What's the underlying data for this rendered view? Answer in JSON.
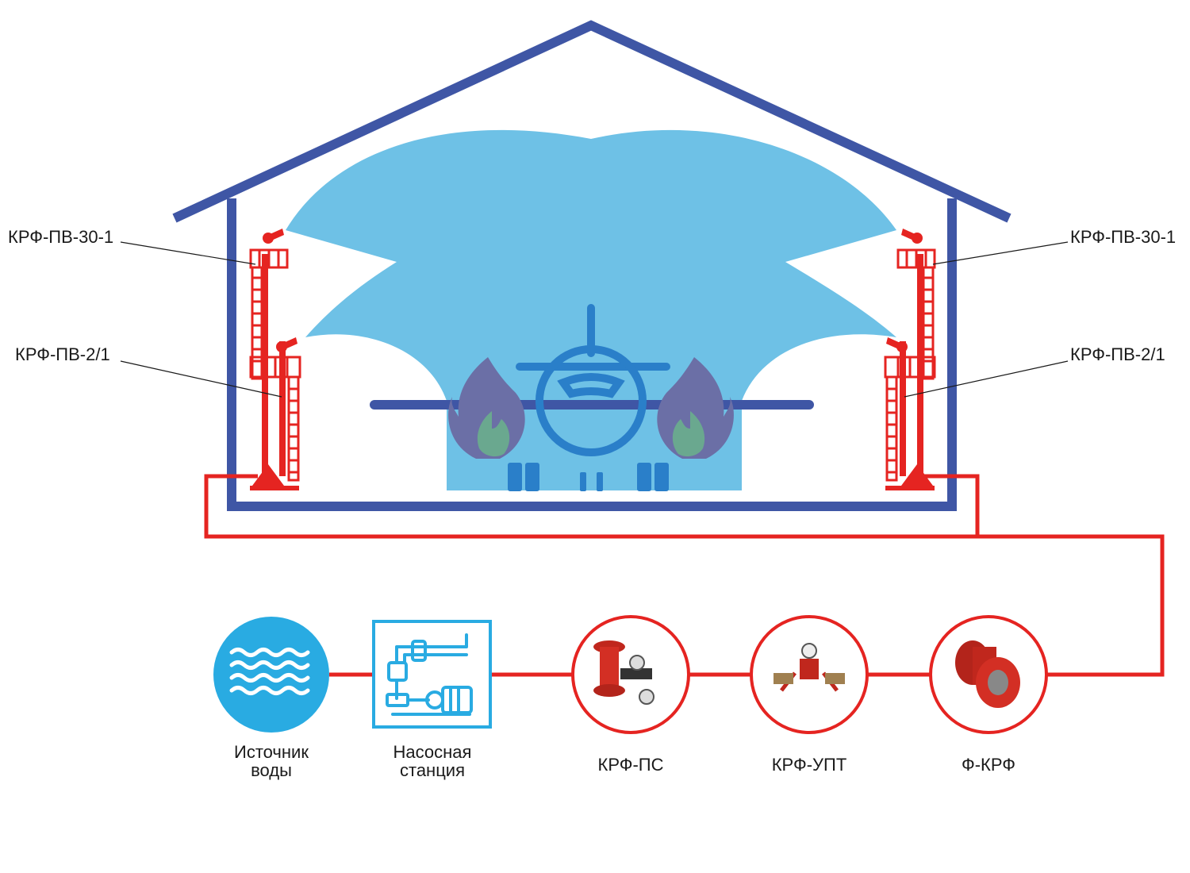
{
  "labels": {
    "left_top": "КРФ-ПВ-30-1",
    "left_bottom": "КРФ-ПВ-2/1",
    "right_top": "КРФ-ПВ-30-1",
    "right_bottom": "КРФ-ПВ-2/1"
  },
  "chain": {
    "water_source": {
      "line1": "Источник",
      "line2": "воды"
    },
    "pump_station": {
      "line1": "Насосная",
      "line2": "станция"
    },
    "krf_ps": "КРФ-ПС",
    "krf_upt": "КРФ-УПТ",
    "f_krf": "Ф-КРФ"
  },
  "colors": {
    "building": "#3f56a5",
    "foam": "#6ec1e6",
    "pipe": "#e52421",
    "fire": "#6b6fa6",
    "fire_inner": "#6aa88f",
    "plane": "#2a7fc9",
    "water_circle": "#29abe2"
  }
}
